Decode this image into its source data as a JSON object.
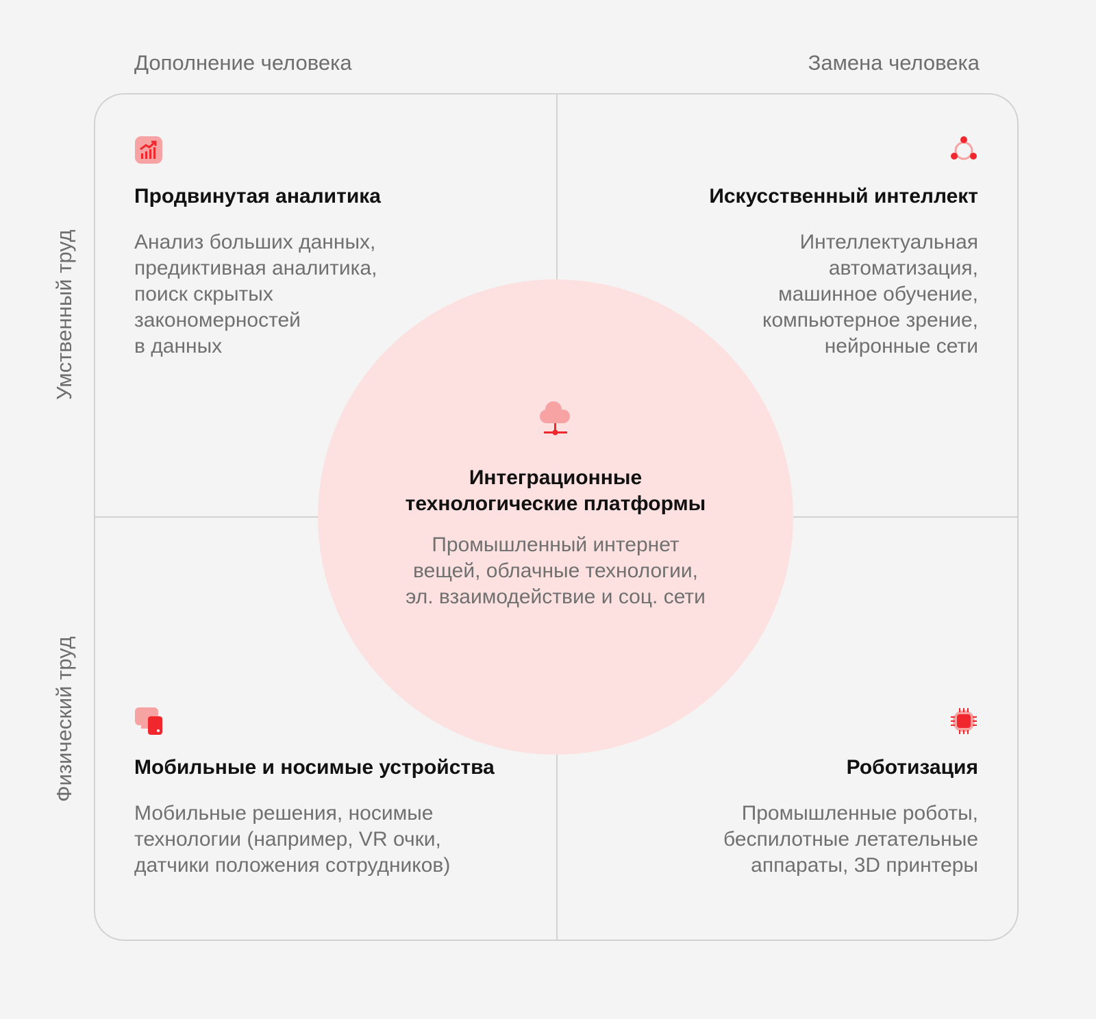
{
  "columns": {
    "left": "Дополнение человека",
    "right": "Замена человека"
  },
  "rows": {
    "top": "Умственный труд",
    "bottom": "Физический труд"
  },
  "quadrants": {
    "top_left": {
      "icon": "analytics-chart-icon",
      "title": "Продвинутая аналитика",
      "description": "Анализ больших данных,\nпредиктивная аналитика,\nпоиск скрытых\nзакономерностей\nв данных"
    },
    "top_right": {
      "icon": "ai-network-icon",
      "title": "Искусственный интеллект",
      "description": "Интеллектуальная\nавтоматизация,\nмашинное обучение,\nкомпьютерное зрение,\nнейронные сети"
    },
    "bottom_left": {
      "icon": "mobile-devices-icon",
      "title": "Мобильные и носимые устройства",
      "description": "Мобильные решения, носимые\nтехнологии (например, VR очки,\nдатчики положения сотрудников)"
    },
    "bottom_right": {
      "icon": "robot-chip-icon",
      "title": "Роботизация",
      "description": "Промышленные роботы,\nбеспилотные летательные\nаппараты, 3D принтеры"
    }
  },
  "center": {
    "icon": "cloud-network-icon",
    "title": "Интеграционные\nтехнологические платформы",
    "description": "Промышленный интернет\nвещей, облачные технологии,\nэл. взаимодействие и соц. сети"
  },
  "colors": {
    "background": "#f4f4f4",
    "circle": "#fde1e1",
    "accent": "#f0282d",
    "accent_light": "#f7a3a3",
    "lines": "#d2d2d2",
    "muted_text": "#707070"
  }
}
